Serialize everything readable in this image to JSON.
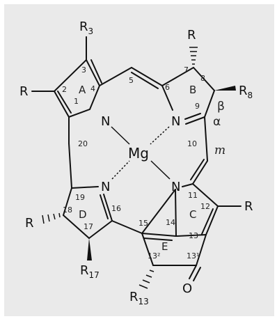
{
  "atoms": {
    "n_a": "N",
    "n_b": "N",
    "n_c": "N",
    "n_d": "N",
    "metal": "Mg",
    "oxygen": "O"
  },
  "substituents": {
    "r3": {
      "main": "R",
      "sub": "3"
    },
    "r2": {
      "main": "R"
    },
    "r7": {
      "main": "R"
    },
    "r8": {
      "main": "R",
      "sub": "8"
    },
    "r12": {
      "main": "R"
    },
    "r18": {
      "main": "R"
    },
    "r17": {
      "main": "R",
      "sub": "17"
    },
    "r13": {
      "main": "R",
      "sub": "13"
    }
  },
  "ring_labels": {
    "a": "A",
    "b": "B",
    "c": "C",
    "d": "D",
    "e": "E"
  },
  "position_labels": {
    "p1": "1",
    "p2": "2",
    "p3": "3",
    "p4": "4",
    "p5": "5",
    "p6": "6",
    "p7": "7",
    "p8": "8",
    "p9": "9",
    "p10": "10",
    "p11": "11",
    "p12": "12",
    "p13": "13",
    "p131": "13¹",
    "p132": "13²",
    "p14": "14",
    "p15": "15",
    "p16": "16",
    "p17": "17",
    "p18": "18",
    "p19": "19",
    "p20": "20"
  },
  "markers": {
    "alpha": "α",
    "beta": "β",
    "meso": "m"
  }
}
